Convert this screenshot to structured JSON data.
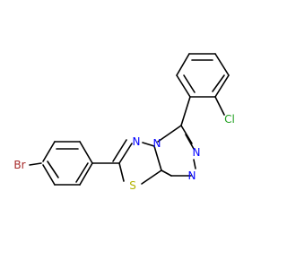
{
  "molecule": {
    "atoms": [
      {
        "id": "Br",
        "text": "Br",
        "color": "#A62929"
      },
      {
        "id": "S",
        "text": "S",
        "color": "#B2B200"
      },
      {
        "id": "N1",
        "text": "N",
        "color": "#0000FF"
      },
      {
        "id": "N2",
        "text": "N",
        "color": "#0000FF"
      },
      {
        "id": "N3",
        "text": "N",
        "color": "#0000FF"
      },
      {
        "id": "N4",
        "text": "N",
        "color": "#0000FF"
      },
      {
        "id": "Cl",
        "text": "Cl",
        "color": "#1FA01F"
      }
    ]
  }
}
